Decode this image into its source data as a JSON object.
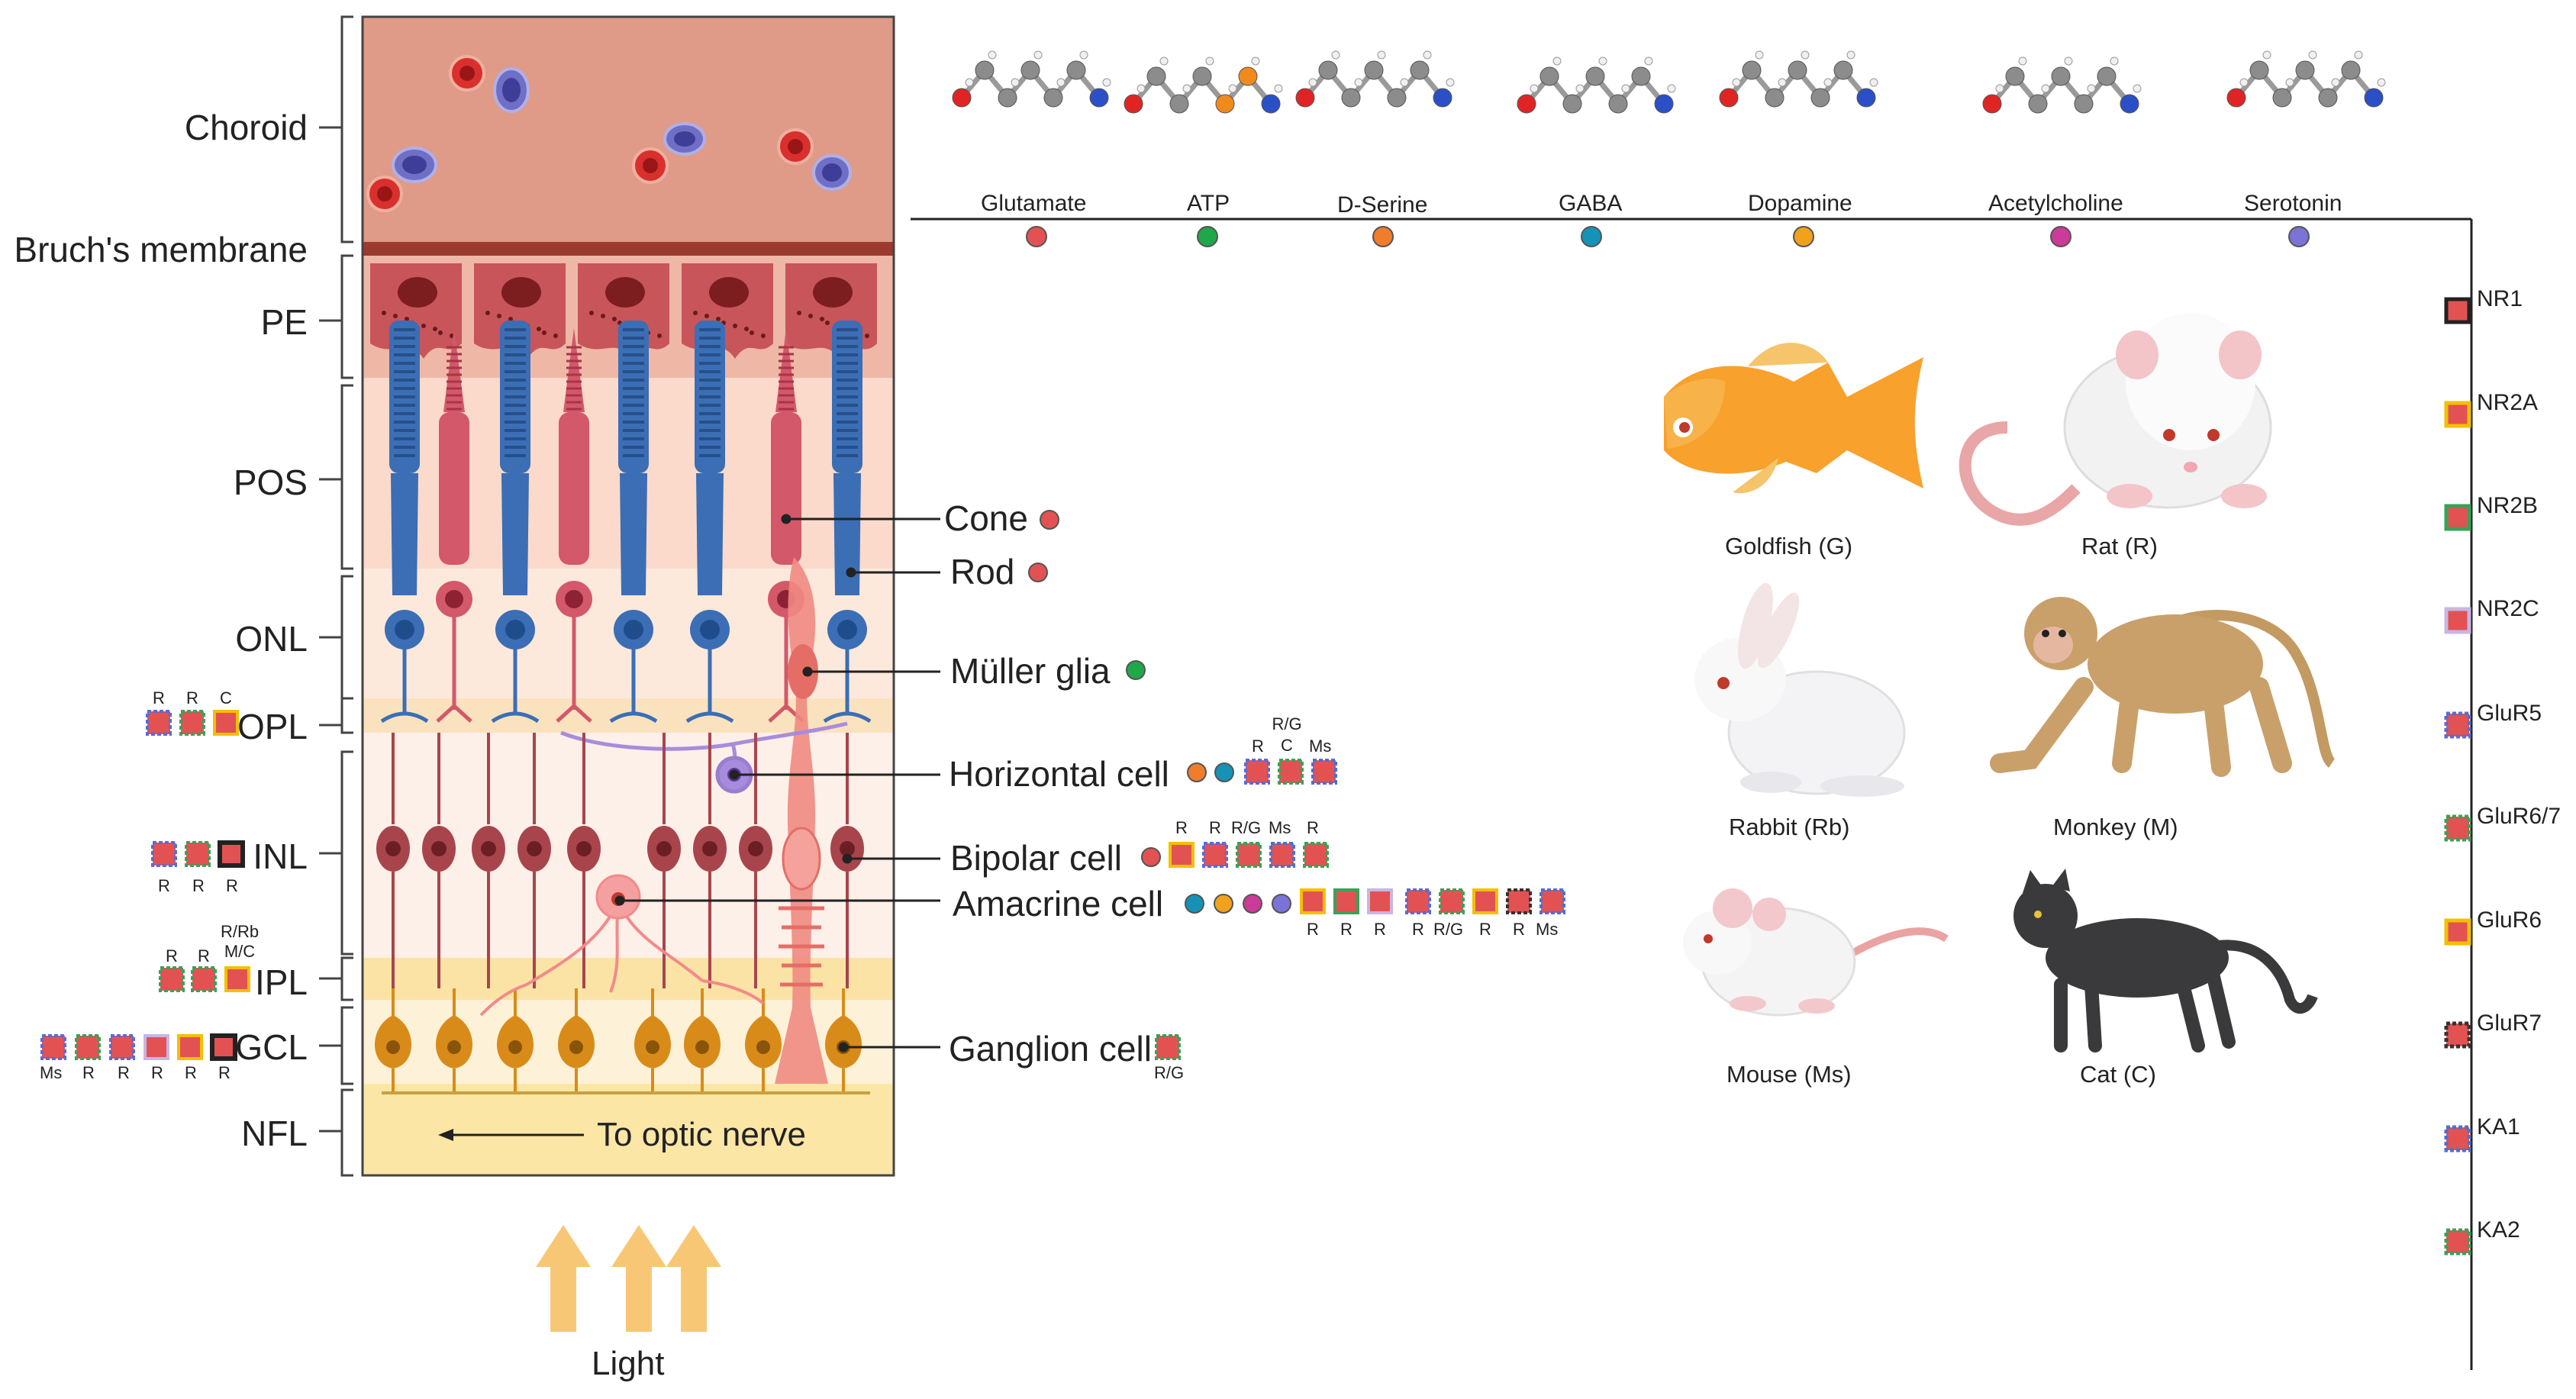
{
  "layers": [
    {
      "label": "Choroid"
    },
    {
      "label": "Bruch's membrane"
    },
    {
      "label": "PE"
    },
    {
      "label": "POS"
    },
    {
      "label": "ONL"
    },
    {
      "label": "OPL"
    },
    {
      "label": "INL"
    },
    {
      "label": "IPL"
    },
    {
      "label": "GCL"
    },
    {
      "label": "NFL"
    }
  ],
  "optic_nerve_label": "To optic nerve",
  "light_label": "Light",
  "neurotransmitters": [
    {
      "name": "Glutamate",
      "color": "#e35252"
    },
    {
      "name": "ATP",
      "color": "#1fa84a"
    },
    {
      "name": "D-Serine",
      "color": "#ef7d2c"
    },
    {
      "name": "GABA",
      "color": "#1592b8"
    },
    {
      "name": "Dopamine",
      "color": "#f0a21c"
    },
    {
      "name": "Acetylcholine",
      "color": "#cc3a9a"
    },
    {
      "name": "Serotonin",
      "color": "#7b73d8"
    }
  ],
  "cells": [
    {
      "label": "Cone"
    },
    {
      "label": "Rod"
    },
    {
      "label": "Müller glia"
    },
    {
      "label": "Horizontal cell"
    },
    {
      "label": "Bipolar cell"
    },
    {
      "label": "Amacrine cell"
    },
    {
      "label": "Ganglion cell"
    }
  ],
  "species": [
    {
      "label": "Goldfish (G)"
    },
    {
      "label": "Rat (R)"
    },
    {
      "label": "Rabbit (Rb)"
    },
    {
      "label": "Monkey (M)"
    },
    {
      "label": "Mouse (Ms)"
    },
    {
      "label": "Cat (C)"
    }
  ],
  "receptors": [
    {
      "label": "NR1",
      "border": "#222222"
    },
    {
      "label": "NR2A",
      "border": "#f3c000"
    },
    {
      "label": "NR2B",
      "border": "#3aa15a"
    },
    {
      "label": "NR2C",
      "border": "#c8b6e2"
    },
    {
      "label": "GluR5",
      "border": "#5a6bd4"
    },
    {
      "label": "GluR6/7",
      "border": "#3aa15a"
    },
    {
      "label": "GluR6",
      "border": "#f3c000"
    },
    {
      "label": "GluR7",
      "border": "#333333"
    },
    {
      "label": "KA1",
      "border": "#4d6fd0"
    },
    {
      "label": "KA2",
      "border": "#3aa15a"
    }
  ],
  "species_tags": {
    "opl": [
      "R",
      "R",
      "C"
    ],
    "inl": [
      "R",
      "R",
      "R"
    ],
    "ipl": [
      "R",
      "R",
      "R/Rb M/C"
    ],
    "gcl": [
      "Ms",
      "R",
      "R",
      "R",
      "R",
      "R"
    ],
    "horizontal": [
      "R",
      "R/G C",
      "Ms"
    ],
    "bipolar": [
      "R",
      "R",
      "R/G",
      "Ms",
      "R"
    ],
    "amacrine": [
      "R",
      "R",
      "R",
      "R",
      "R/G",
      "R",
      "R",
      "Ms"
    ],
    "ganglion": [
      "R/G"
    ]
  }
}
